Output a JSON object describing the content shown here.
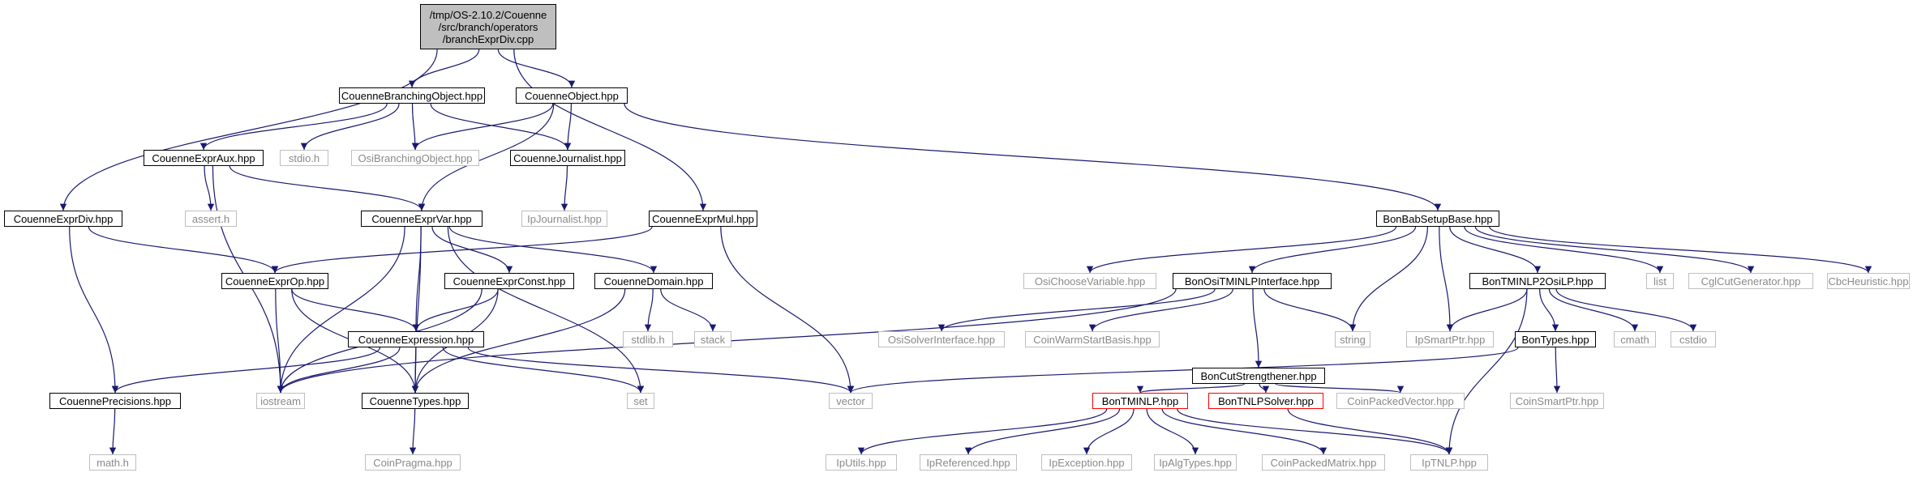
{
  "graph": {
    "root": [
      "/tmp/OS-2.10.2/Couenne",
      "/src/branch/operators",
      "/branchExprDiv.cpp"
    ],
    "colors": {
      "edge": "#191970",
      "root_fill": "#bfbfbf",
      "external_border": "#bfbfbf",
      "external_text": "#8a8a8a",
      "red_border": "#ff0000"
    },
    "nodes": {
      "branching_object": "CouenneBranchingObject.hpp",
      "couenne_object": "CouenneObject.hpp",
      "expr_aux": "CouenneExprAux.hpp",
      "stdio": "stdio.h",
      "osi_branching": "OsiBranchingObject.hpp",
      "journalist": "CouenneJournalist.hpp",
      "expr_div": "CouenneExprDiv.hpp",
      "assert": "assert.h",
      "expr_var": "CouenneExprVar.hpp",
      "ip_journalist": "IpJournalist.hpp",
      "expr_mul": "CouenneExprMul.hpp",
      "bab_setup": "BonBabSetupBase.hpp",
      "expr_op": "CouenneExprOp.hpp",
      "expr_const": "CouenneExprConst.hpp",
      "domain": "CouenneDomain.hpp",
      "osi_choose": "OsiChooseVariable.hpp",
      "osi_tminlp": "BonOsiTMINLPInterface.hpp",
      "tminlp2osi": "BonTMINLP2OsiLP.hpp",
      "list": "list",
      "cgl_cut": "CglCutGenerator.hpp",
      "cbc_heur": "CbcHeuristic.hpp",
      "expression": "CouenneExpression.hpp",
      "stdlib": "stdlib.h",
      "stack": "stack",
      "osi_solver": "OsiSolverInterface.hpp",
      "coin_warm": "CoinWarmStartBasis.hpp",
      "string": "string",
      "ip_smart": "IpSmartPtr.hpp",
      "cmath": "cmath",
      "cstdio": "cstdio",
      "precisions": "CouennePrecisions.hpp",
      "iostream": "iostream",
      "types": "CouenneTypes.hpp",
      "set": "set",
      "vector": "vector",
      "cut_strength": "BonCutStrengthener.hpp",
      "bon_types": "BonTypes.hpp",
      "bon_tminlp": "BonTMINLP.hpp",
      "tnlp_solver": "BonTNLPSolver.hpp",
      "coin_packed_vec": "CoinPackedVector.hpp",
      "coin_smart": "CoinSmartPtr.hpp",
      "math": "math.h",
      "coin_pragma": "CoinPragma.hpp",
      "ip_utils": "IpUtils.hpp",
      "ip_referenced": "IpReferenced.hpp",
      "ip_exception": "IpException.hpp",
      "ip_algtypes": "IpAlgTypes.hpp",
      "coin_packed_mat": "CoinPackedMatrix.hpp",
      "ip_tnlp": "IpTNLP.hpp"
    },
    "edges": [
      [
        "root",
        "branching_object"
      ],
      [
        "root",
        "couenne_object"
      ],
      [
        "root",
        "expr_div"
      ],
      [
        "root",
        "expr_mul"
      ],
      [
        "branching_object",
        "expr_aux"
      ],
      [
        "branching_object",
        "stdio"
      ],
      [
        "branching_object",
        "osi_branching"
      ],
      [
        "branching_object",
        "journalist"
      ],
      [
        "couenne_object",
        "osi_branching"
      ],
      [
        "couenne_object",
        "journalist"
      ],
      [
        "couenne_object",
        "expr_var"
      ],
      [
        "couenne_object",
        "bab_setup"
      ],
      [
        "expr_aux",
        "assert"
      ],
      [
        "expr_aux",
        "expr_var"
      ],
      [
        "expr_aux",
        "iostream"
      ],
      [
        "journalist",
        "ip_journalist"
      ],
      [
        "expr_div",
        "expr_op"
      ],
      [
        "expr_div",
        "precisions"
      ],
      [
        "expr_mul",
        "expr_op"
      ],
      [
        "expr_mul",
        "vector"
      ],
      [
        "expr_var",
        "expr_const"
      ],
      [
        "expr_var",
        "domain"
      ],
      [
        "expr_var",
        "expression"
      ],
      [
        "expr_var",
        "iostream"
      ],
      [
        "expr_var",
        "types"
      ],
      [
        "expr_var",
        "set"
      ],
      [
        "expr_op",
        "expression"
      ],
      [
        "expr_op",
        "iostream"
      ],
      [
        "expr_op",
        "types"
      ],
      [
        "expr_const",
        "expression"
      ],
      [
        "expr_const",
        "types"
      ],
      [
        "expr_const",
        "iostream"
      ],
      [
        "domain",
        "stdlib"
      ],
      [
        "domain",
        "stack"
      ],
      [
        "domain",
        "types"
      ],
      [
        "expression",
        "precisions"
      ],
      [
        "expression",
        "iostream"
      ],
      [
        "expression",
        "types"
      ],
      [
        "expression",
        "set"
      ],
      [
        "expression",
        "vector"
      ],
      [
        "precisions",
        "math"
      ],
      [
        "types",
        "coin_pragma"
      ],
      [
        "bab_setup",
        "osi_choose"
      ],
      [
        "bab_setup",
        "osi_tminlp"
      ],
      [
        "bab_setup",
        "string"
      ],
      [
        "bab_setup",
        "ip_smart"
      ],
      [
        "bab_setup",
        "tminlp2osi"
      ],
      [
        "bab_setup",
        "list"
      ],
      [
        "bab_setup",
        "cgl_cut"
      ],
      [
        "bab_setup",
        "cbc_heur"
      ],
      [
        "osi_tminlp",
        "iostream"
      ],
      [
        "osi_tminlp",
        "osi_solver"
      ],
      [
        "osi_tminlp",
        "coin_warm"
      ],
      [
        "osi_tminlp",
        "cut_strength"
      ],
      [
        "osi_tminlp",
        "string"
      ],
      [
        "tminlp2osi",
        "ip_smart"
      ],
      [
        "tminlp2osi",
        "bon_types"
      ],
      [
        "tminlp2osi",
        "cmath"
      ],
      [
        "tminlp2osi",
        "cstdio"
      ],
      [
        "tminlp2osi",
        "ip_tnlp"
      ],
      [
        "cut_strength",
        "bon_tminlp"
      ],
      [
        "cut_strength",
        "tnlp_solver"
      ],
      [
        "cut_strength",
        "coin_packed_vec"
      ],
      [
        "bon_types",
        "vector"
      ],
      [
        "bon_types",
        "coin_smart"
      ],
      [
        "bon_tminlp",
        "ip_utils"
      ],
      [
        "bon_tminlp",
        "ip_referenced"
      ],
      [
        "bon_tminlp",
        "ip_exception"
      ],
      [
        "bon_tminlp",
        "ip_algtypes"
      ],
      [
        "bon_tminlp",
        "coin_packed_mat"
      ],
      [
        "bon_tminlp",
        "ip_tnlp"
      ],
      [
        "tnlp_solver",
        "ip_tnlp"
      ]
    ]
  }
}
